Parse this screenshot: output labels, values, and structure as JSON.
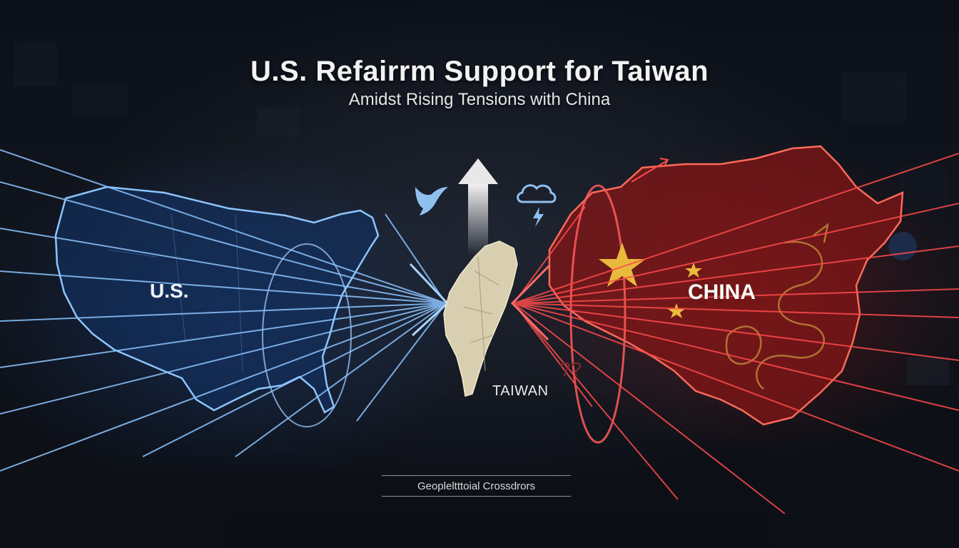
{
  "headline": {
    "title": "U.S. Refairrm Support for Taiwan",
    "subtitle": "Amidst Rising Tensions with China"
  },
  "map_labels": {
    "us": "U.S.",
    "china": "CHINA",
    "taiwan": "TAIWAN"
  },
  "footer": {
    "caption": "Geopleltttoial Crossdrors"
  },
  "icons": [
    "dove-icon",
    "up-arrow-icon",
    "storm-cloud-icon",
    "star-icon",
    "dragon-icon"
  ],
  "colors": {
    "us_accent": "#7fb8ff",
    "china_accent": "#ff4b4b",
    "taiwan_fill": "#d8ceb0",
    "star": "#e8b93a",
    "background": "#0a0d13"
  }
}
